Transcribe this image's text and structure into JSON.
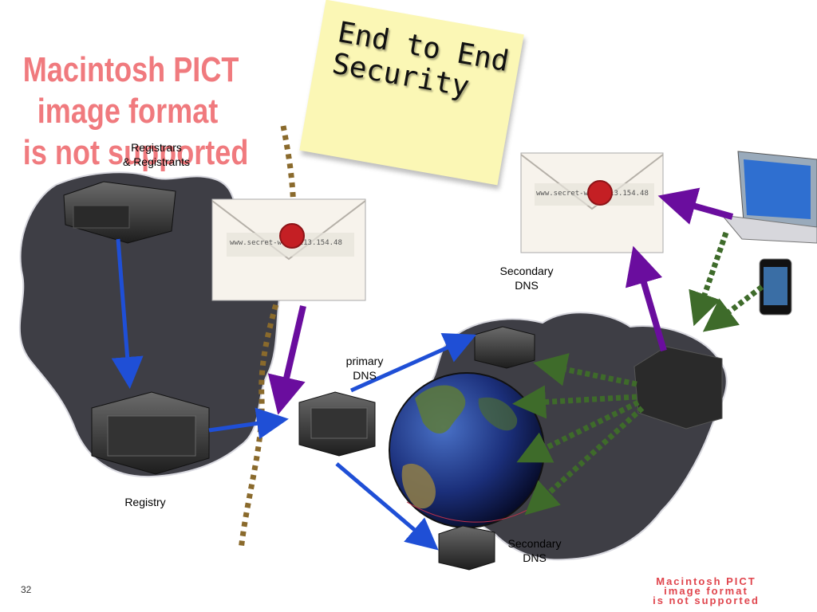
{
  "slide": {
    "number": "32",
    "pict_placeholder_large": [
      "Macintosh PICT",
      "image format",
      "is not supported"
    ],
    "pict_placeholder_small": [
      "Macintosh PICT",
      "image format",
      "is not supported"
    ],
    "sticky_note": [
      "End to End",
      "Security"
    ],
    "envelope_text": "www.secret-w... 213.154.48"
  },
  "labels": {
    "registrars": "Registrars\n& Registrants",
    "registry": "Registry",
    "primary_dns": "primary\nDNS",
    "secondary_dns_top": "Secondary\nDNS",
    "secondary_dns_bottom": "Secondary\nDNS"
  },
  "colors": {
    "cloud": "#2e2e35",
    "blue_arrow": "#1f4fd6",
    "purple_arrow": "#6a0d9e",
    "green_dashed": "#3e6b2a",
    "brown_dashed": "#8a6a2c",
    "sticky": "#fbf7b5",
    "pict_text": "#f07a7e"
  }
}
